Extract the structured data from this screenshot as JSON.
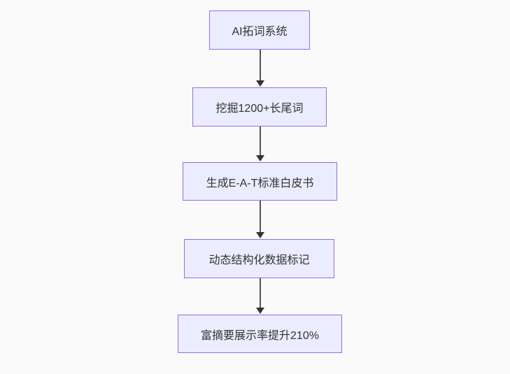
{
  "diagram": {
    "type": "flowchart",
    "direction": "top-down",
    "nodes": [
      {
        "label": "AI拓词系统"
      },
      {
        "label": "挖掘1200+长尾词"
      },
      {
        "label": "生成E-A-T标准白皮书"
      },
      {
        "label": "动态结构化数据标记"
      },
      {
        "label": "富摘要展示率提升210%"
      }
    ],
    "edges": [
      {
        "from": 0,
        "to": 1
      },
      {
        "from": 1,
        "to": 2
      },
      {
        "from": 2,
        "to": 3
      },
      {
        "from": 3,
        "to": 4
      }
    ],
    "colors": {
      "background": "#fafafa",
      "node_fill": "#ECECFF",
      "node_border": "#9370DB",
      "edge": "#555555",
      "arrowhead": "#333333",
      "text": "#333333"
    }
  }
}
